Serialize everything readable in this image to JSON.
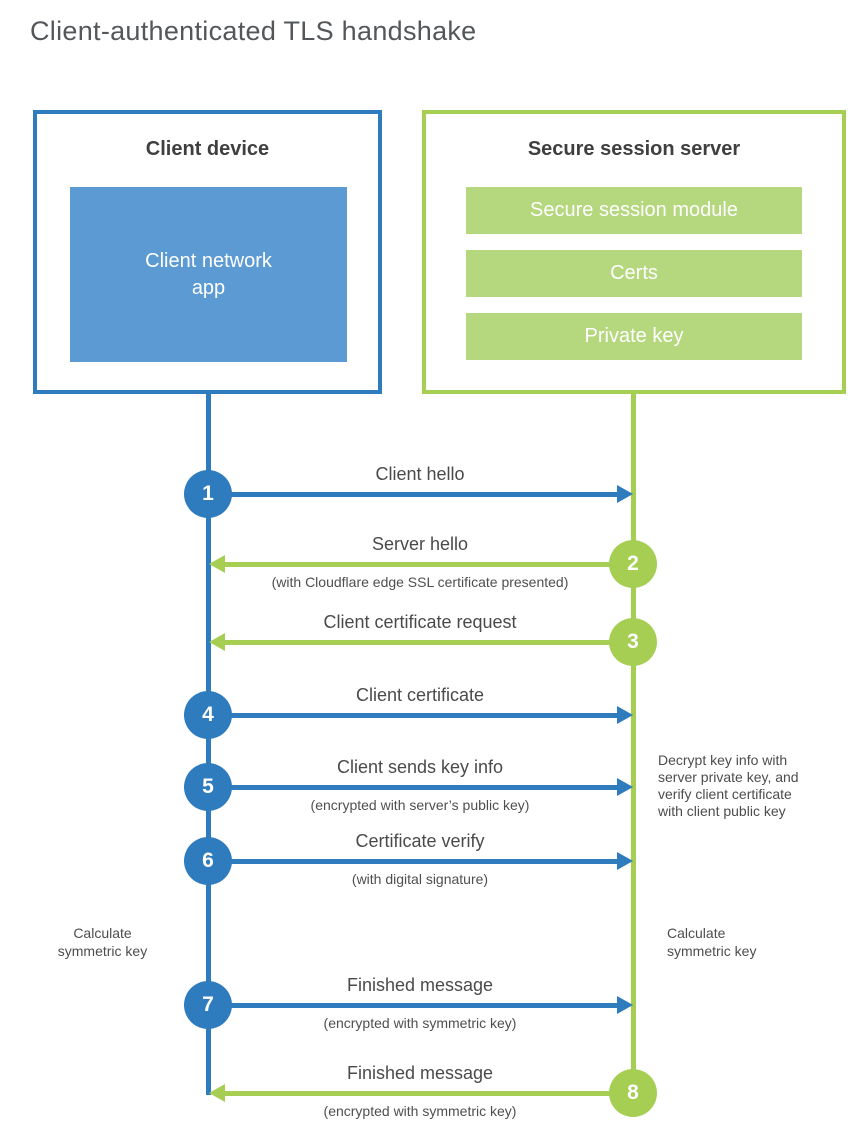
{
  "title": "Client-authenticated TLS handshake",
  "client": {
    "title": "Client device",
    "app_label": "Client network\napp"
  },
  "server": {
    "title": "Secure session server",
    "modules": [
      "Secure session module",
      "Certs",
      "Private key"
    ]
  },
  "messages": [
    {
      "num": "1",
      "label": "Client hello",
      "sublabel": "",
      "direction": "client-to-server"
    },
    {
      "num": "2",
      "label": "Server hello",
      "sublabel": "(with Cloudflare edge SSL certificate presented)",
      "direction": "server-to-client"
    },
    {
      "num": "3",
      "label": "Client certificate request",
      "sublabel": "",
      "direction": "server-to-client"
    },
    {
      "num": "4",
      "label": "Client certificate",
      "sublabel": "",
      "direction": "client-to-server"
    },
    {
      "num": "5",
      "label": "Client sends key info",
      "sublabel": "(encrypted with server’s public key)",
      "direction": "client-to-server"
    },
    {
      "num": "6",
      "label": "Certificate verify",
      "sublabel": "(with digital signature)",
      "direction": "client-to-server"
    },
    {
      "num": "7",
      "label": "Finished message",
      "sublabel": "(encrypted with symmetric key)",
      "direction": "client-to-server"
    },
    {
      "num": "8",
      "label": "Finished message",
      "sublabel": "(encrypted with symmetric key)",
      "direction": "server-to-client"
    }
  ],
  "notes": {
    "decrypt": "Decrypt key info with\nserver private key, and\nverify client certificate\nwith client public key",
    "calc_left": "Calculate\nsymmetric key",
    "calc_right": "Calculate\nsymmetric key"
  },
  "colors": {
    "client_blue": "#2e7bbe",
    "client_blue_light": "#5b9ad2",
    "server_green": "#a5ce52",
    "server_green_light": "#b5d77e",
    "heading_text": "#3f3f3f",
    "label_text": "#4a4a4a"
  }
}
